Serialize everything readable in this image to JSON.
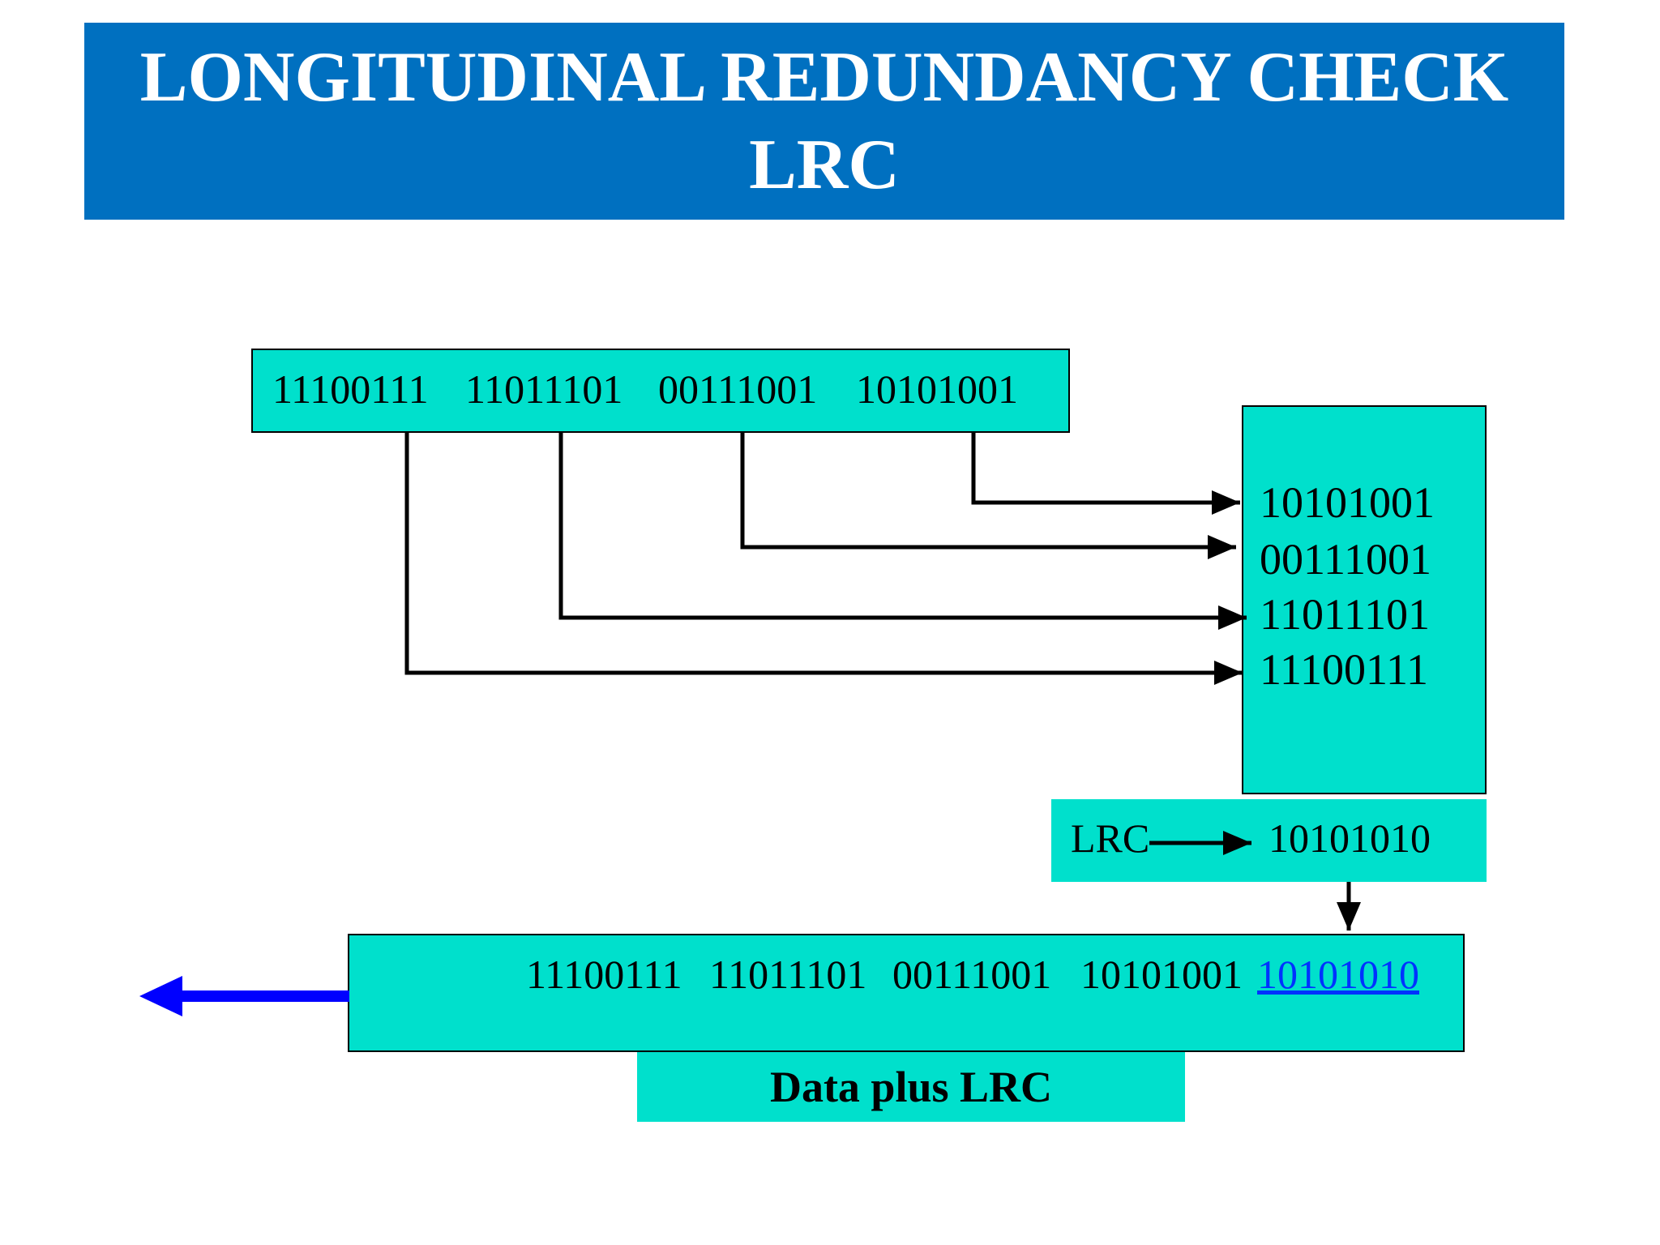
{
  "title": {
    "line1": "LONGITUDINAL REDUNDANCY CHECK",
    "line2": "LRC"
  },
  "data_units": [
    "11100111",
    "11011101",
    "00111001",
    "10101001"
  ],
  "stacked_units": [
    "10101001",
    "00111001",
    "11011101",
    "11100111"
  ],
  "lrc": {
    "label": "LRC",
    "value": "10101010"
  },
  "transmitted": {
    "units": [
      "11100111",
      "11011101",
      "00111001",
      "10101001"
    ],
    "lrc_value": "10101010"
  },
  "caption": "Data plus LRC",
  "colors": {
    "banner": "#0070c0",
    "box": "#00e0cc",
    "lrc_link": "#0033ff",
    "output_arrow": "#0000ff"
  }
}
